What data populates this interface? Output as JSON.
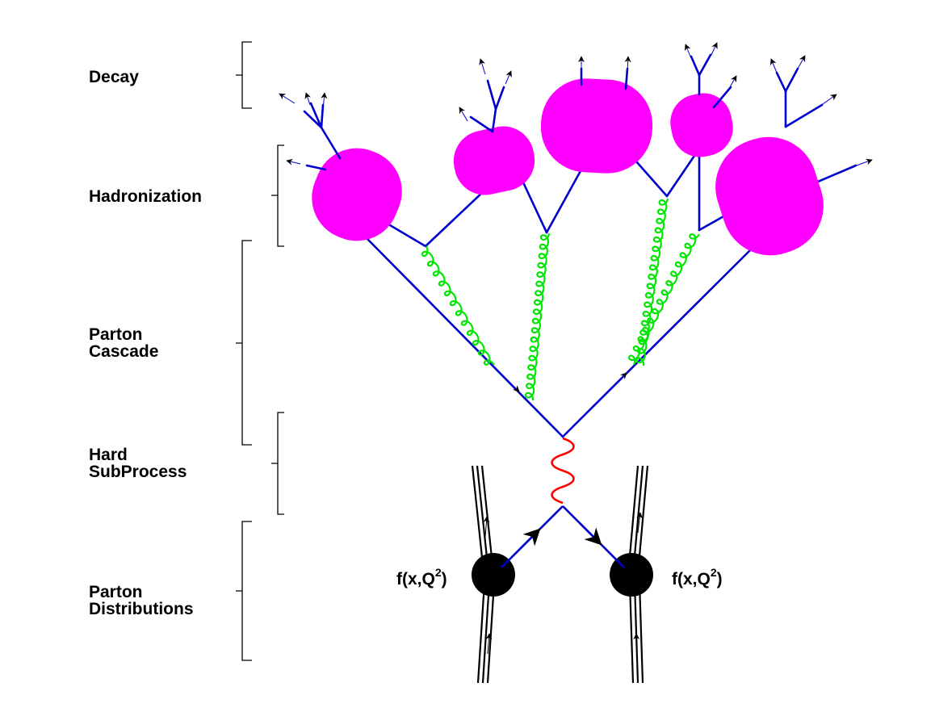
{
  "stages": [
    {
      "id": "decay",
      "lines": [
        "Decay"
      ]
    },
    {
      "id": "hadronization",
      "lines": [
        "Hadronization"
      ]
    },
    {
      "id": "parton-cascade",
      "lines": [
        "Parton",
        "Cascade"
      ]
    },
    {
      "id": "hard-subprocess",
      "lines": [
        "Hard",
        "SubProcess"
      ]
    },
    {
      "id": "parton-distributions",
      "lines": [
        "Parton",
        "Distributions"
      ]
    }
  ],
  "pdf_label": {
    "text": "f(x,Q",
    "exponent": "2",
    "close": ")"
  },
  "colors": {
    "quark": "#0000cc",
    "gluon": "#00e600",
    "boson": "#ff0000",
    "hadron_blob": "#ff00ff",
    "proton": "#000000",
    "bracket": "#000000"
  },
  "icons": {
    "arrowhead": "arrowhead-icon"
  }
}
